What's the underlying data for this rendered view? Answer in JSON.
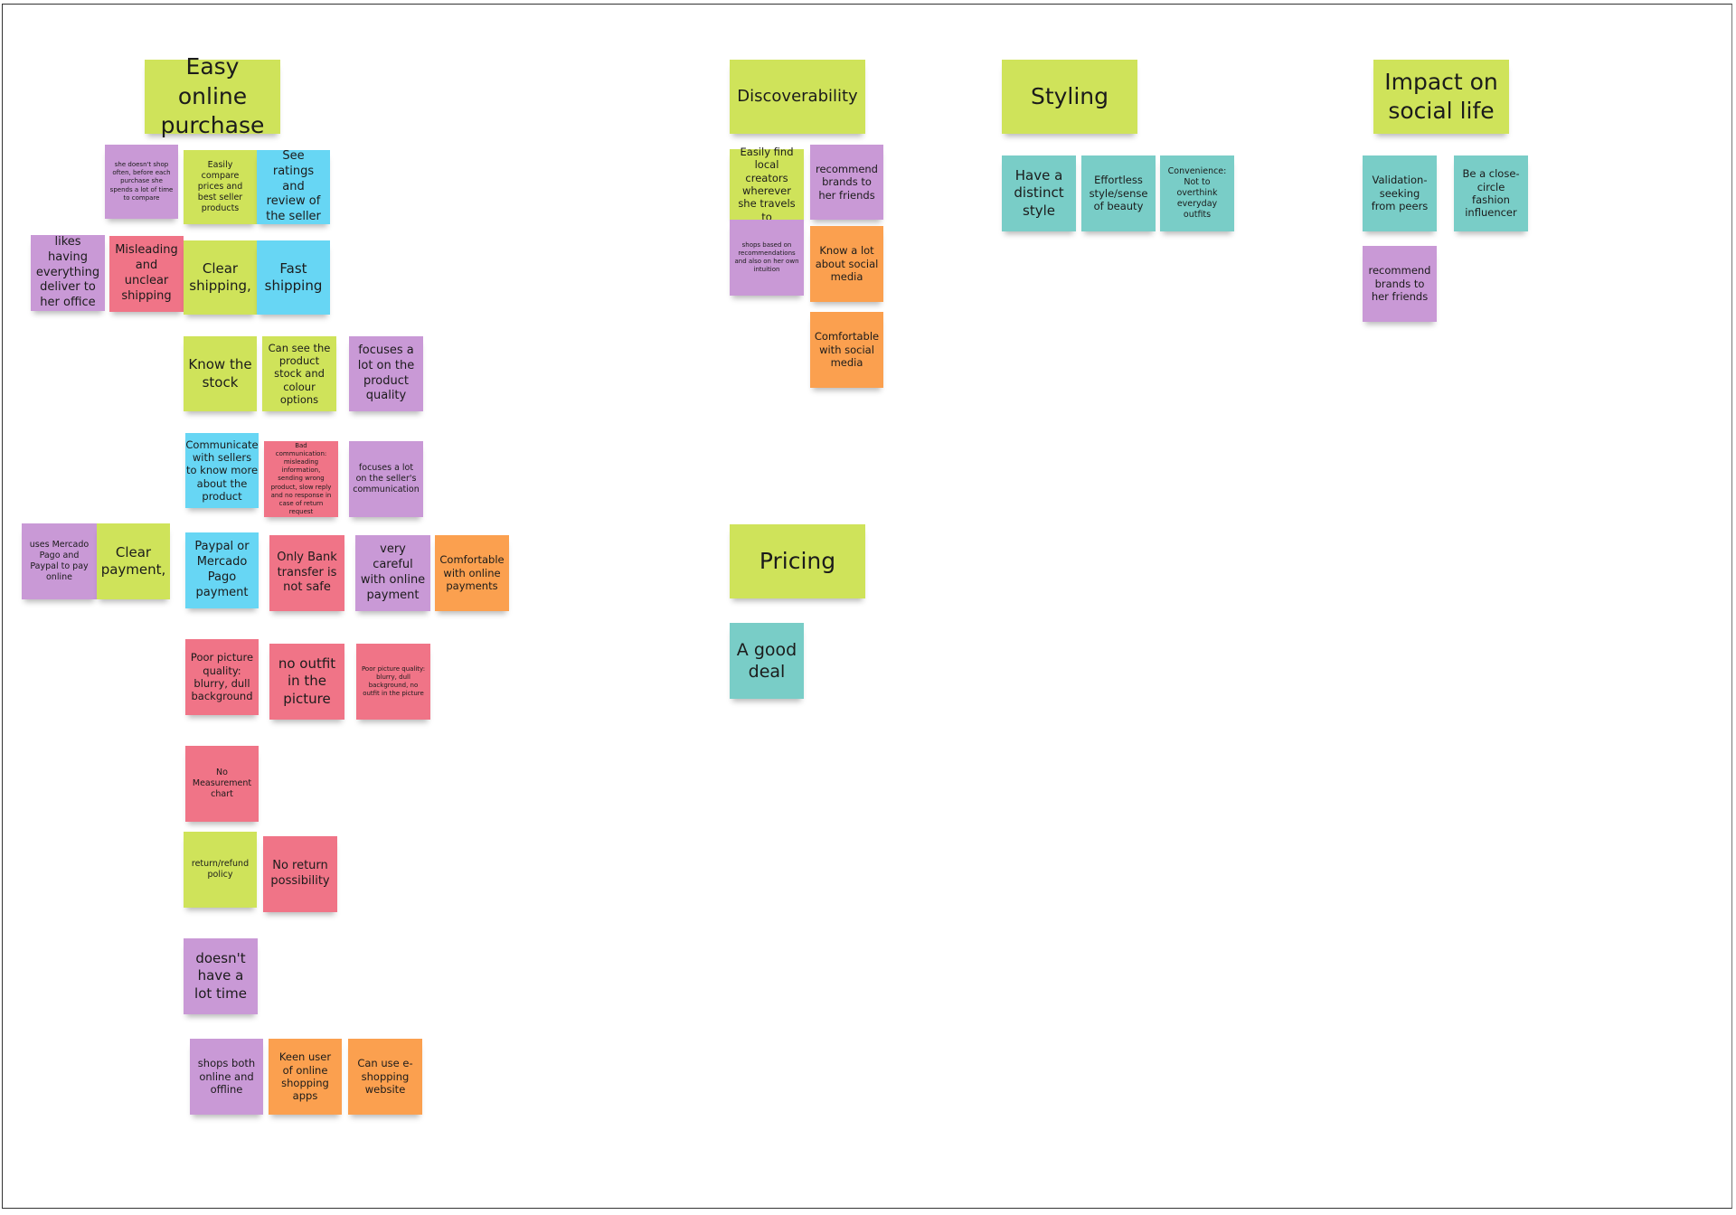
{
  "board": {
    "headers": {
      "easy_online_purchase": "Easy online purchase",
      "discoverability": "Discoverability",
      "styling": "Styling",
      "impact_on_social_life": "Impact on social life",
      "pricing": "Pricing"
    },
    "notes": {
      "doesnt_shop_often": "she doesn't shop often, before each purchase she spends a lot of time to compare",
      "easily_compare_prices": "Easily compare prices and best seller products",
      "see_ratings": "See ratings and review of the seller",
      "likes_delivery_office": "likes having everything deliver to her office",
      "misleading_shipping": "Misleading and unclear shipping",
      "clear_shipping": "Clear shipping,",
      "fast_shipping": "Fast shipping",
      "know_the_stock": "Know the stock",
      "see_product_stock": "Can see the product stock and colour options",
      "focuses_product_quality": "focuses a lot on the product quality",
      "communicate_with_sellers": "Communicate with sellers to know more about the product",
      "bad_communication": "Bad communication: misleading information, sending wrong product, slow reply and no response in case of return request",
      "focuses_seller_communication": "focuses a lot on the seller's communication",
      "uses_mercado_pago": "uses Mercado Pago and Paypal to pay online",
      "clear_payment": "Clear payment,",
      "paypal_payment": "Paypal or Mercado Pago payment",
      "bank_transfer_unsafe": "Only Bank transfer is not safe",
      "careful_online_payment": "very careful with online payment",
      "comfortable_online_payments": "Comfortable with online payments",
      "poor_picture_quality": "Poor picture quality: blurry, dull background",
      "no_outfit_in_picture": "no outfit in the picture",
      "poor_picture_quality_no_outfit": "Poor picture quality: blurry, dull background, no outfit in the picture",
      "no_measurement_chart": "No Measurement chart",
      "return_refund_policy": "return/refund policy",
      "no_return_possibility": "No return possibility",
      "doesnt_have_time": "doesn't have a lot time",
      "shops_online_offline": "shops both online and offline",
      "keen_user_apps": "Keen user of online shopping apps",
      "can_use_eshopping": "Can use e-shopping website",
      "easily_find_creators": "Easily find local creators wherever she travels to",
      "recommend_brands_friends_1": "recommend brands to her friends",
      "shops_on_recommendations": "shops based on recommendations and also on her own intuition",
      "know_social_media": "Know a lot about social media",
      "comfortable_social_media": "Comfortable with social media",
      "distinct_style": "Have a distinct style",
      "effortless_style": "Effortless style/sense of beauty",
      "convenience": "Convenience: Not to overthink everyday outfits",
      "validation_seeking": "Validation-seeking from peers",
      "fashion_influencer": "Be a close-circle fashion influencer",
      "recommend_brands_friends_2": "recommend brands to her friends",
      "good_deal": "A good deal"
    }
  },
  "colors": {
    "lime": "#cfe35a",
    "purple": "#c999d6",
    "blue": "#67d6f4",
    "red": "#f07487",
    "orange": "#fba04f",
    "teal": "#79cdc7",
    "frame": "#333333"
  }
}
